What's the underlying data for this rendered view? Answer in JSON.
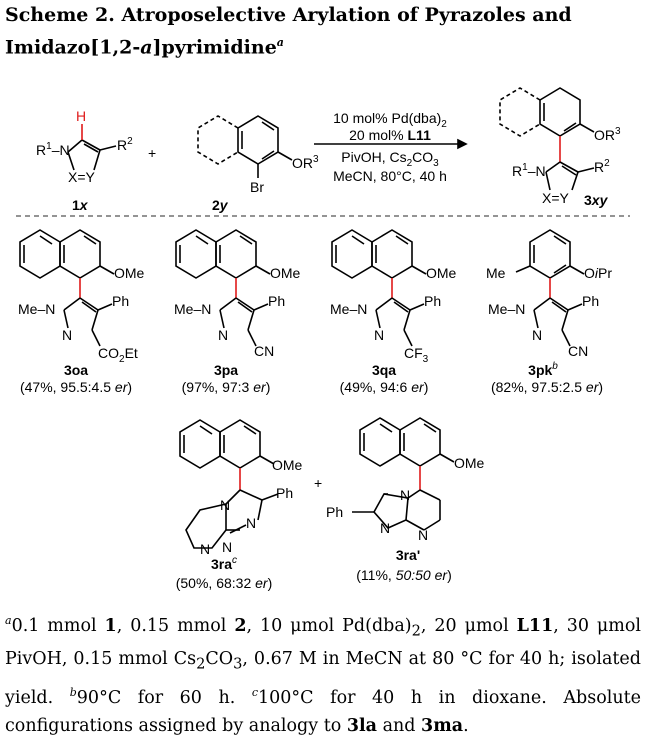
{
  "title": {
    "line1": "Scheme 2. Atroposelective Arylation of Pyrazoles and",
    "line2_main": "Imidazo[1,2-",
    "line2_italic": "a",
    "line2_end": "]pyrimidine",
    "line2_sup": "a"
  },
  "reaction": {
    "reagent1": "1x",
    "reagent2": "2y",
    "product": "3xy",
    "plus": "+",
    "cond1": "10 mol% Pd(dba)2",
    "cond2_pre": "20 mol% ",
    "cond2_bold": "L11",
    "cond3": "PivOH, Cs2CO3",
    "cond4": "MeCN, 80°C, 40 h"
  },
  "labels": {
    "h": "H",
    "r1": "R1",
    "r2": "R2",
    "n": "N",
    "xy": "X=Y",
    "br": "Br",
    "or3": "OR3",
    "ome": "OMe",
    "oipr": "OiPr",
    "me": "Me",
    "ph": "Ph",
    "cn": "CN",
    "co2et": "CO2Et",
    "cf3": "CF3"
  },
  "compounds": [
    {
      "id": "3oa",
      "sup": "",
      "yield": "(47%, 95.5:4.5 er)"
    },
    {
      "id": "3pa",
      "sup": "",
      "yield": "(97%, 97:3 er)"
    },
    {
      "id": "3qa",
      "sup": "",
      "yield": "(49%, 94:6 er)"
    },
    {
      "id": "3pk",
      "sup": "b",
      "yield": "(82%, 97.5:2.5 er)"
    },
    {
      "id": "3ra",
      "sup": "c",
      "yield": "(50%, 68:32 er)"
    },
    {
      "id": "3ra'",
      "sup": "",
      "yield": "(11%, 50:50 er)"
    }
  ],
  "footnote": {
    "a_mark": "a",
    "a_text1": "0.1 mmol ",
    "a_b1": "1",
    "a_text2": ", 0.15 mmol ",
    "a_b2": "2",
    "a_text3": ", 10 μmol Pd(dba)",
    "a_sub": "2",
    "a_text4": ", 20 μmol ",
    "a_b3": "L11",
    "a_text5": ", 30 μmol PivOH, 0.15 mmol Cs",
    "a_sub2": "2",
    "a_text6": "CO",
    "a_sub3": "3",
    "a_text7": ", 0.67 M in MeCN at 80 °C for 40 h; isolated yield. ",
    "b_mark": "b",
    "b_text": "90°C for 60 h. ",
    "c_mark": "c",
    "c_text": "100°C for 40 h in dioxane. Absolute configurations assigned by analogy to ",
    "c_b1": "3la",
    "c_and": " and ",
    "c_b2": "3ma",
    "c_end": "."
  },
  "colors": {
    "bond": "#000000",
    "axis_bond": "#e01b1b",
    "h": "#e01b1b",
    "dash_line": "#555555"
  }
}
